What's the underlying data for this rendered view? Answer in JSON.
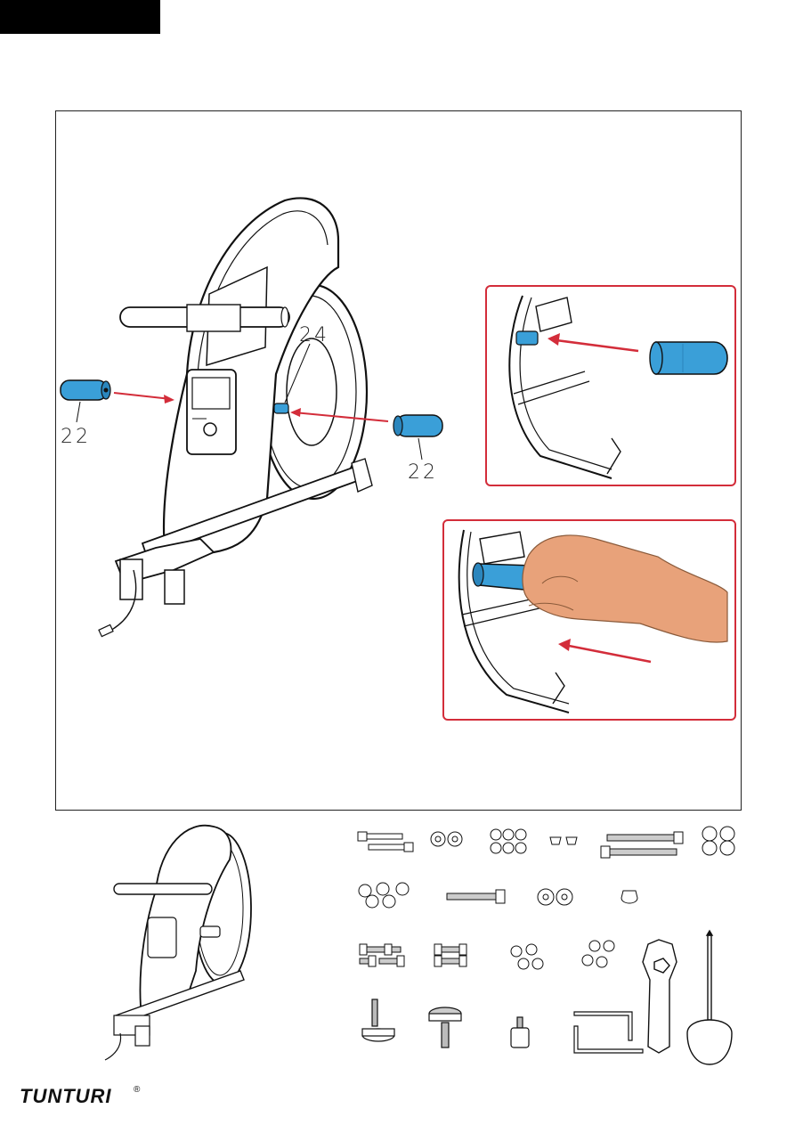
{
  "header": {
    "tab_color": "#000000"
  },
  "assembly_step": {
    "callouts": {
      "left_part": "22",
      "right_part": "22",
      "fastener": "24"
    },
    "colors": {
      "part_fill": "#3a9fd8",
      "arrow": "#d32d3a",
      "detail_border": "#d32d3a",
      "hand": "#e8a27a"
    }
  },
  "brand": {
    "name": "TUNTURI",
    "registered_mark": "®"
  },
  "hardware_icons": [
    "bolt-pair-icon",
    "washer-pair-icon",
    "spring-washer-set-icon",
    "cap-nut-pair-icon",
    "long-bolt-pair-icon",
    "large-washer-set-icon",
    "washer-set-icon",
    "single-bolt-icon",
    "flat-washer-pair-icon",
    "acorn-nut-icon",
    "short-bolt-set-icon",
    "short-bolt-pair-icon",
    "lock-washer-set-icon",
    "washer-set-small-icon",
    "combination-wrench-icon",
    "screwdriver-wrench-icon",
    "leveling-foot-icon",
    "knob-screw-icon",
    "rubber-bumper-icon",
    "allen-key-set-icon"
  ]
}
